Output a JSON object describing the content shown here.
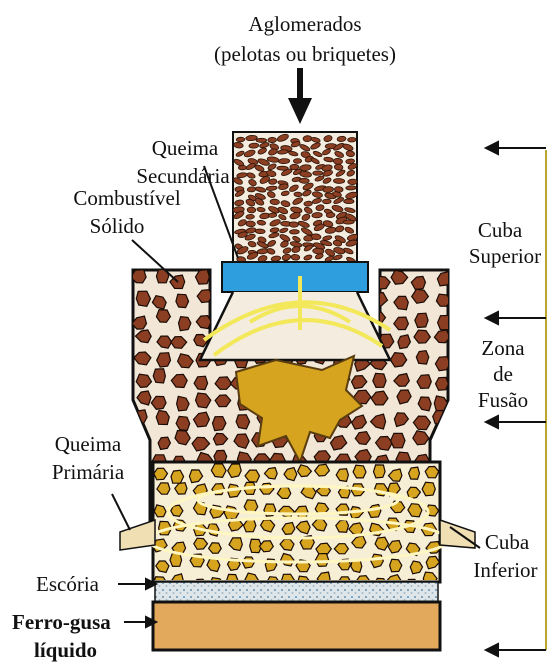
{
  "labels": {
    "aglomerados": "Aglomerados",
    "pelotas": "(pelotas ou briquetes)",
    "queima_sec_1": "Queima",
    "queima_sec_2": "Secundária",
    "combustivel_1": "Combustível",
    "combustivel_2": "Sólido",
    "cuba_sup_1": "Cuba",
    "cuba_sup_2": "Superior",
    "zona_1": "Zona",
    "zona_2": "de",
    "zona_3": "Fusão",
    "queima_pri_1": "Queima",
    "queima_pri_2": "Primária",
    "cuba_inf_1": "Cuba",
    "cuba_inf_2": "Inferior",
    "escoria": "Escória",
    "ferro_1": "Ferro-gusa",
    "ferro_2": "líquido"
  },
  "colors": {
    "bracket": "#b8a630",
    "molten_iron": "#e2a85b",
    "slag": "#dfe6ea",
    "blue_chamber": "#2f9ede",
    "burden": "#8b3e22",
    "melt": "#d6a41e",
    "yellow_arc": "#f3e85a",
    "shaft_fill": "#f3ecdf",
    "tuyere": "#f1dfb4"
  },
  "icons": [
    "feed-arrow-down-icon",
    "arrow-left-icon"
  ]
}
